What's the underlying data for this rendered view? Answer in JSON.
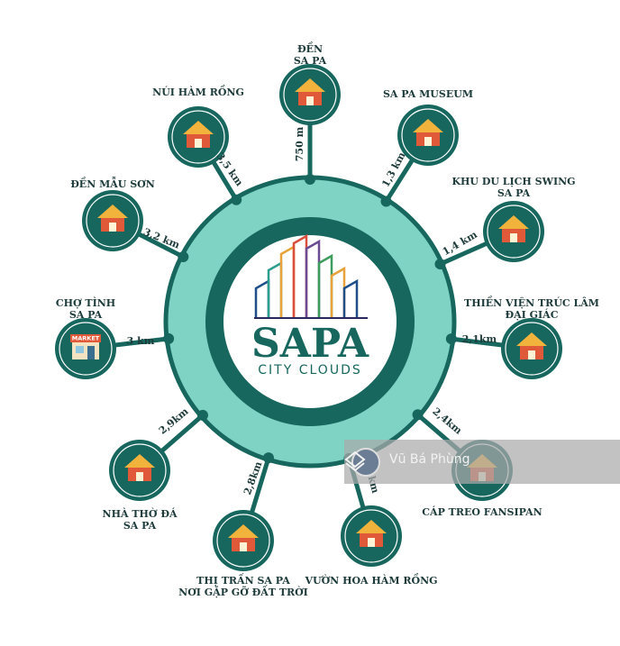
{
  "brand": {
    "name": "SAPA",
    "tagline": "CITY CLOUDS"
  },
  "colors": {
    "teal_dark": "#17675e",
    "teal_light": "#7fd3c5",
    "text": "#1d3b3a"
  },
  "places": [
    {
      "id": "den-sa-pa",
      "label": [
        "ĐỀN",
        "SA PA"
      ],
      "distance": "750 m",
      "icon": "temple-icon"
    },
    {
      "id": "nui-ham-rong",
      "label": [
        "NÚI HÀM RỒNG"
      ],
      "distance": "3,5 km",
      "icon": "mountain-icon"
    },
    {
      "id": "sa-pa-museum",
      "label": [
        "SA PA MUSEUM"
      ],
      "distance": "1,3 km",
      "icon": "museum-icon"
    },
    {
      "id": "den-mau-son",
      "label": [
        "ĐỀN MẪU SƠN"
      ],
      "distance": "3,2 km",
      "icon": "temple-icon"
    },
    {
      "id": "swing",
      "label": [
        "KHU DU LỊCH SWING",
        "SA PA"
      ],
      "distance": "1,4 km",
      "icon": "carousel-icon"
    },
    {
      "id": "cho-tinh",
      "label": [
        "CHỢ TÌNH",
        "SA PA"
      ],
      "distance": "3 km",
      "icon": "market-icon"
    },
    {
      "id": "thien-vien",
      "label": [
        "THIỀN VIỆN TRÚC LÂM",
        "ĐẠI GIÁC"
      ],
      "distance": "2,1km",
      "icon": "temple-icon"
    },
    {
      "id": "nha-tho-da",
      "label": [
        "NHÀ THỜ ĐÁ",
        "SA PA"
      ],
      "distance": "2,9km",
      "icon": "church-icon"
    },
    {
      "id": "cap-treo",
      "label": [
        "CÁP TREO FANSIPAN"
      ],
      "distance": "2,4km",
      "icon": "cable-station-icon"
    },
    {
      "id": "thi-tran",
      "label": [
        "THỊ TRẤN SA PA",
        "NƠI GẶP GỠ ĐẤT TRỜI"
      ],
      "distance": "2,8km",
      "icon": "city-icon"
    },
    {
      "id": "vuon-hoa",
      "label": [
        "VƯỜN HOA HÀM RỒNG"
      ],
      "distance": "5km",
      "icon": "park-icon"
    }
  ],
  "overlay": {
    "user_name": "Vũ Bá Phùng",
    "market_sign": "MARKET"
  }
}
